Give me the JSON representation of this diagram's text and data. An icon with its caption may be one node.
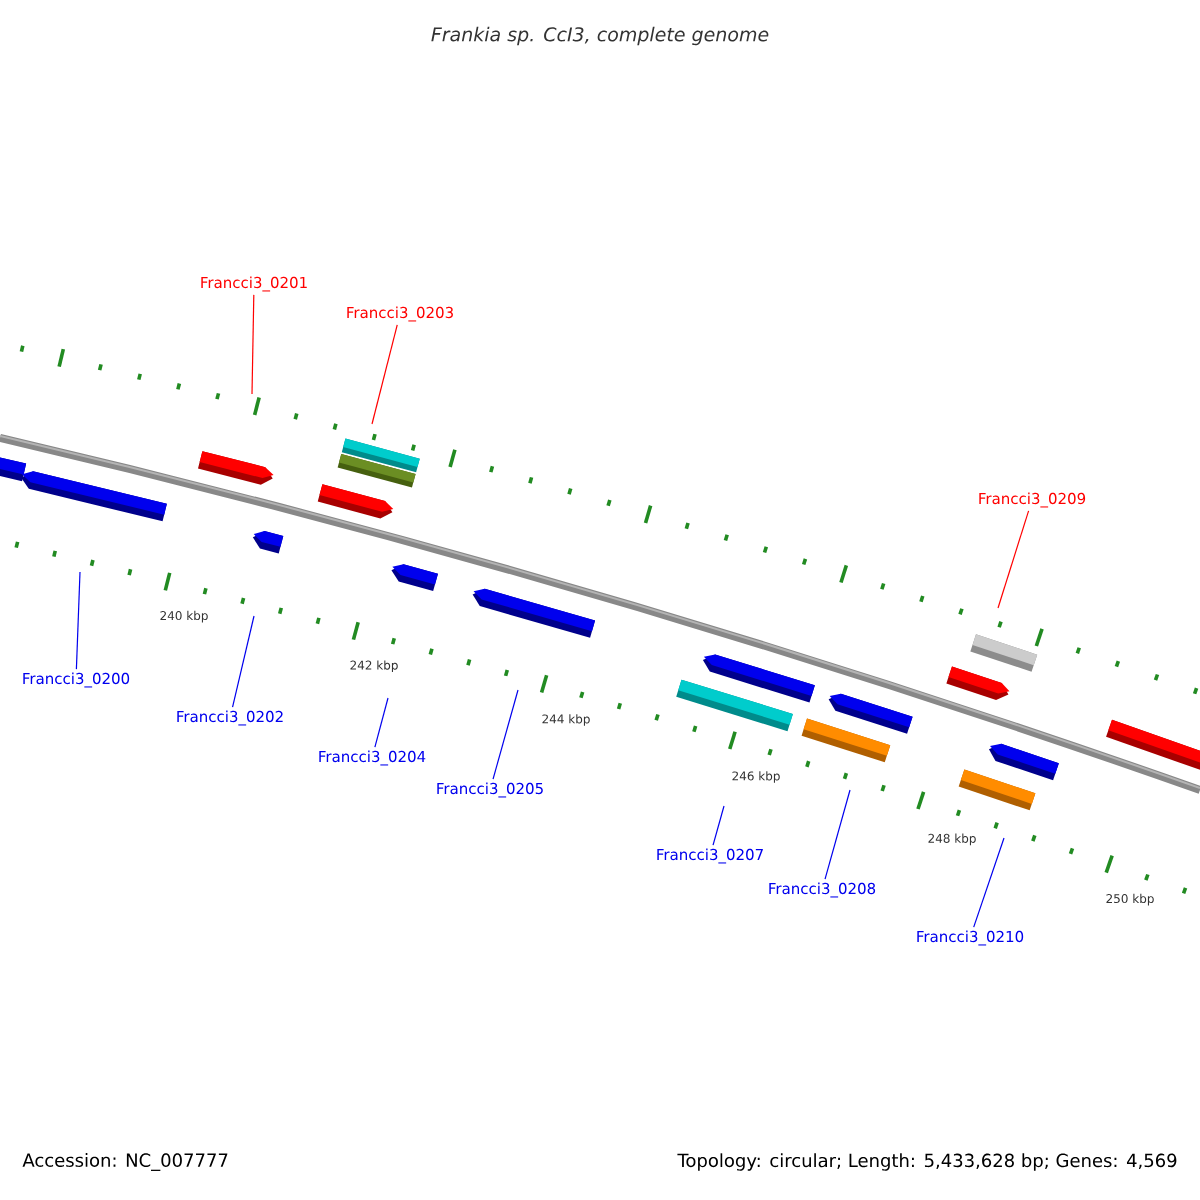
{
  "diagram": {
    "title": "Frankia sp. CcI3, complete genome",
    "nodes": [
      {
        "text": [
          "Francci3_0201"
        ]
      },
      {
        "text": [
          "Francci3_0203"
        ]
      },
      {
        "text": [
          "Francci3_0209"
        ]
      },
      {
        "text": [
          "Francci3_0200"
        ]
      },
      {
        "text": [
          "Francci3_0202"
        ]
      },
      {
        "text": [
          "Francci3_0204"
        ]
      },
      {
        "text": [
          "Francci3_0205"
        ]
      },
      {
        "text": [
          "Francci3_0207"
        ]
      },
      {
        "text": [
          "Francci3_0208"
        ]
      },
      {
        "text": [
          "Francci3_0210"
        ]
      }
    ],
    "edges": [
      {
        "from": 0,
        "to": null,
        "arrow": "none",
        "color": "#ff0000"
      },
      {
        "from": 1,
        "to": null,
        "arrow": "none",
        "color": "#ff0000"
      },
      {
        "from": 2,
        "to": null,
        "arrow": "none",
        "color": "#ff0000"
      },
      {
        "from": 3,
        "to": null,
        "arrow": "none"
      },
      {
        "from": 4,
        "to": null,
        "arrow": "none"
      },
      {
        "from": 5,
        "to": null,
        "arrow": "none"
      },
      {
        "from": 6,
        "to": null,
        "arrow": "none"
      },
      {
        "from": 7,
        "to": null,
        "arrow": "none"
      },
      {
        "from": 8,
        "to": null,
        "arrow": "none"
      },
      {
        "from": 9,
        "to": null,
        "arrow": "none"
      }
    ],
    "labels": [
      "240 kbp",
      "242 kbp",
      "244 kbp",
      "246 kbp",
      "248 kbp",
      "250 kbp",
      "Accession: NC_007777",
      "Topology: circular; Length: 5,433,628 bp; Genes: 4,569"
    ]
  }
}
